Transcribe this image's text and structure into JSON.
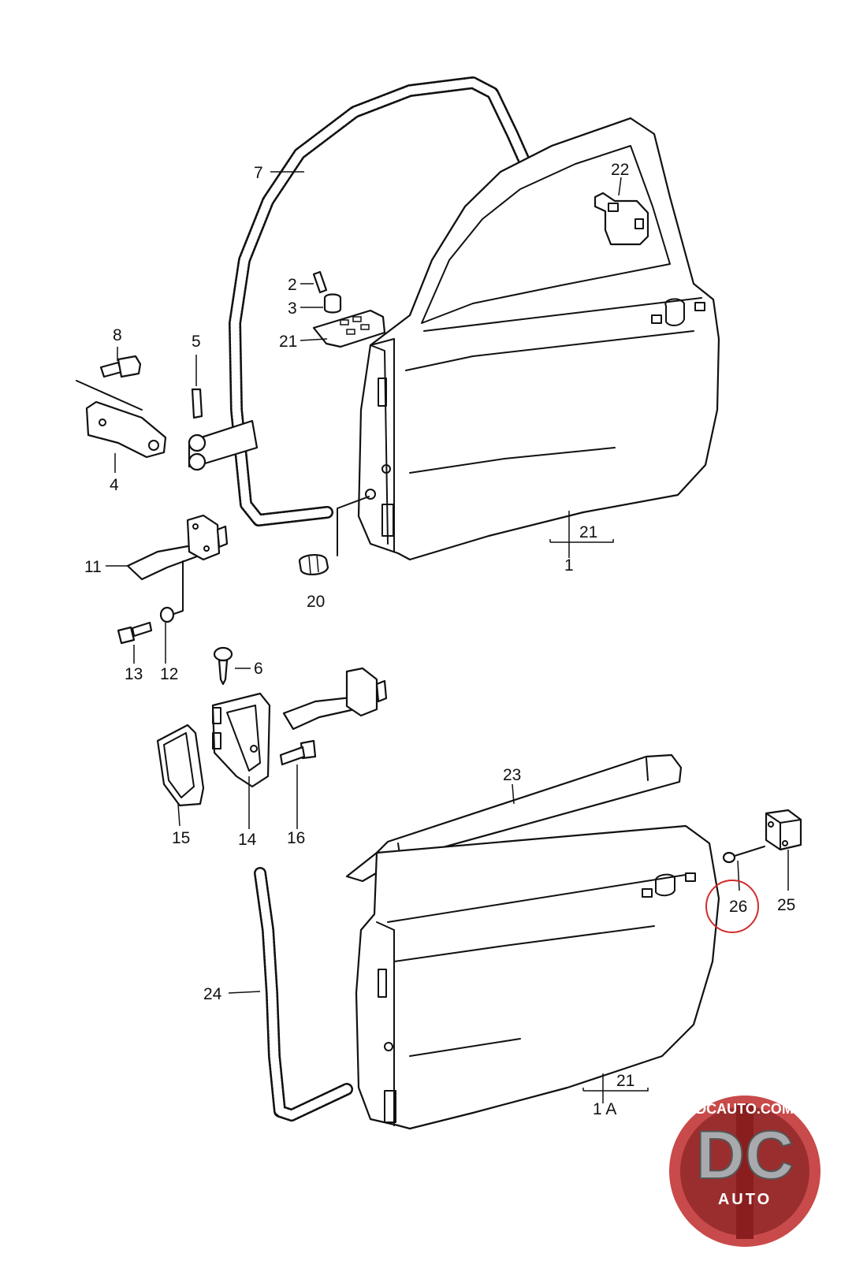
{
  "callouts": {
    "c1": "1",
    "c1a": "1 A",
    "c2": "2",
    "c3": "3",
    "c4": "4",
    "c5": "5",
    "c6": "6",
    "c7": "7",
    "c8": "8",
    "c11": "11",
    "c12": "12",
    "c13": "13",
    "c14": "14",
    "c15": "15",
    "c16": "16",
    "c20": "20",
    "c21_hinge": "21",
    "c21_upper_door": "21",
    "c21_lower_door": "21",
    "c22": "22",
    "c23": "23",
    "c24": "24",
    "c25": "25",
    "c26": "26"
  },
  "highlight": {
    "part": "26",
    "color": "#d22b2b"
  },
  "logo": {
    "site": "DCAUTO.COM",
    "initials": "DC",
    "word": "AUTO",
    "colors": {
      "ring": "#c94a4a",
      "inner": "#9a2e2e",
      "stripe": "#8a1e1e",
      "letters": "#a9aaad"
    }
  }
}
